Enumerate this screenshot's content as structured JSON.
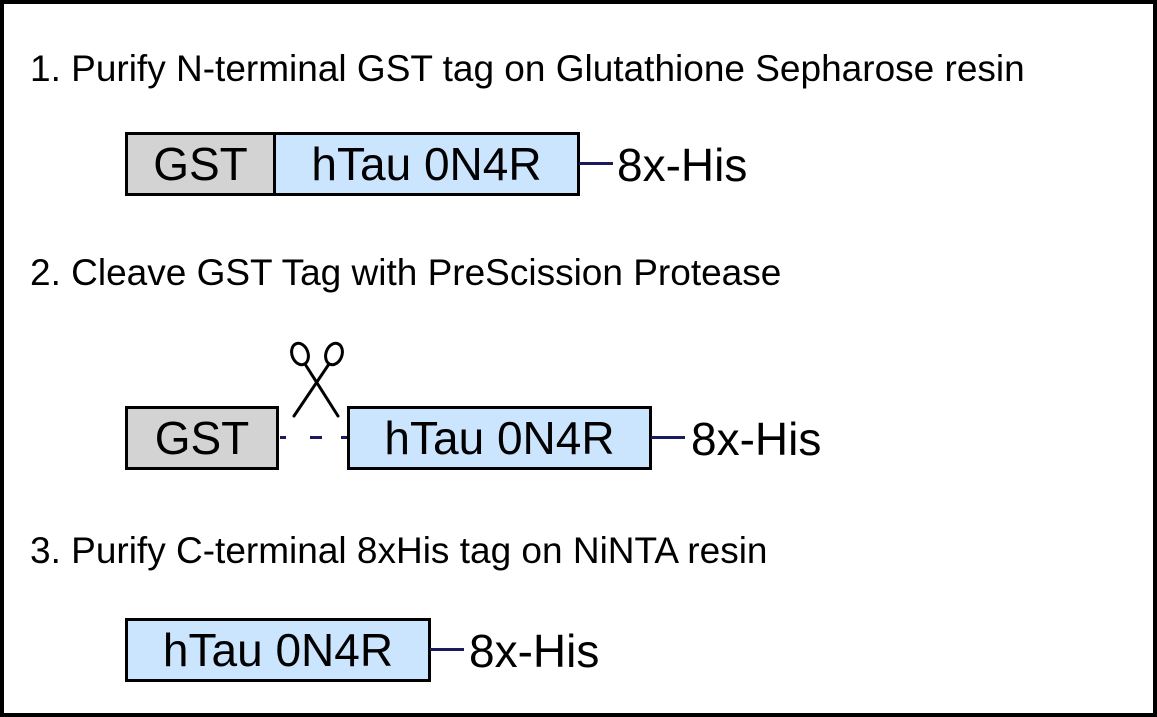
{
  "steps": [
    {
      "label": "1. Purify N-terminal GST tag on Glutathione Sepharose resin",
      "construct": {
        "gst": "GST",
        "tau": "hTau 0N4R",
        "his": "8x-His"
      }
    },
    {
      "label": "2. Cleave GST Tag with PreScission Protease",
      "construct": {
        "gst": "GST",
        "tau": "hTau 0N4R",
        "his": "8x-His"
      }
    },
    {
      "label": "3. Purify C-terminal 8xHis tag on NiNTA resin",
      "construct": {
        "tau": "hTau 0N4R",
        "his": "8x-His"
      }
    }
  ],
  "colors": {
    "gst_fill": "#d3d3d3",
    "tau_fill": "#cce5ff",
    "linker": "#1a1a5e",
    "border": "#000000"
  },
  "icons": {
    "cleavage": "scissors-icon"
  }
}
